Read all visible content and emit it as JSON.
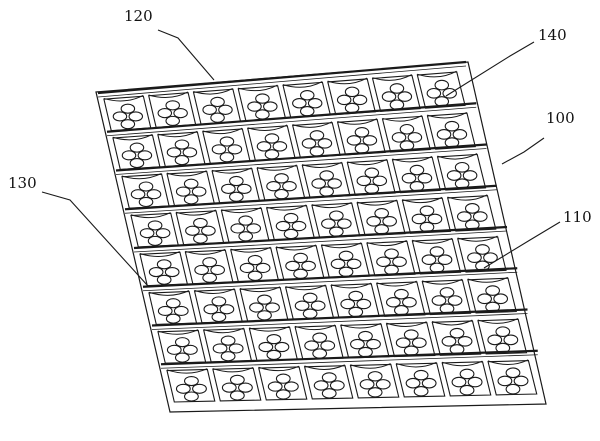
{
  "figure": {
    "grid": {
      "rows": 8,
      "columns": 8,
      "holes_per_cell": 4
    },
    "reference_numerals": [
      {
        "id": "120",
        "text": "120"
      },
      {
        "id": "140",
        "text": "140"
      },
      {
        "id": "100",
        "text": "100"
      },
      {
        "id": "110",
        "text": "110"
      },
      {
        "id": "130",
        "text": "130"
      }
    ],
    "colors": {
      "line": "#1a1a1a",
      "background": "#ffffff"
    }
  }
}
